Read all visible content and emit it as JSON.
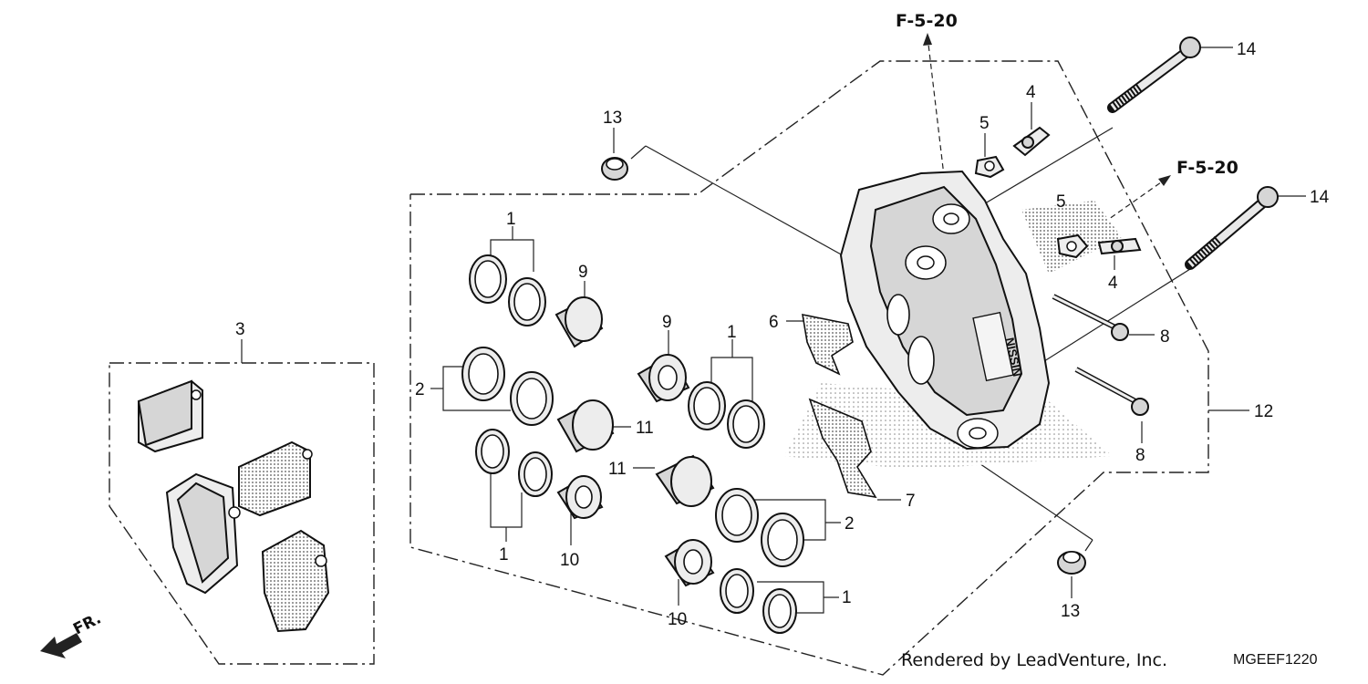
{
  "diagram": {
    "callouts": {
      "c1_top": "1",
      "c1_bottom": "1",
      "c1_mid": "1",
      "c1_right": "1",
      "c2_left": "2",
      "c2_right": "2",
      "c3": "3",
      "c4_top": "4",
      "c4_mid": "4",
      "c5_top": "5",
      "c5_mid": "5",
      "c6": "6",
      "c7": "7",
      "c8_top": "8",
      "c8_bottom": "8",
      "c9_left": "9",
      "c9_mid": "9",
      "c10_left": "10",
      "c10_right": "10",
      "c11_left": "11",
      "c11_mid": "11",
      "c12": "12",
      "c13_top": "13",
      "c13_bottom": "13",
      "c14_top": "14",
      "c14_mid": "14"
    },
    "refs": {
      "ref_top": "F-5-20",
      "ref_right": "F-5-20"
    },
    "front_indicator": "FR.",
    "credit": "Rendered by LeadVenture, Inc.",
    "diagram_code": "MGEEF1220"
  }
}
